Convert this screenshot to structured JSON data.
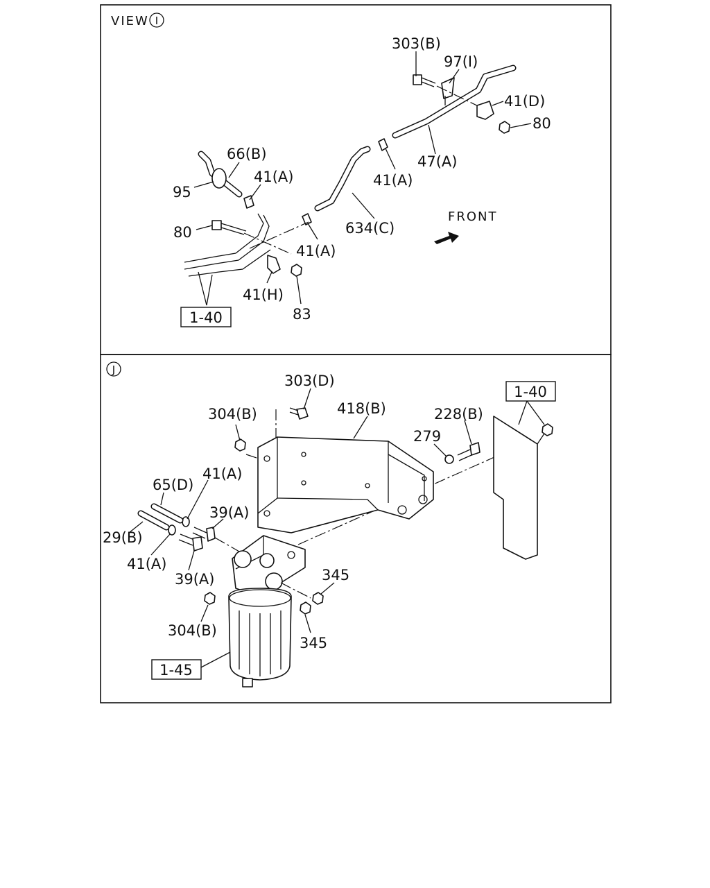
{
  "view_i": {
    "title": "VIEW",
    "marker": "I",
    "front_label": "FRONT",
    "labels": {
      "l303b": "303(B)",
      "l97i": "97(I)",
      "l41d": "41(D)",
      "l80a": "80",
      "l47a": "47(A)",
      "l41a1": "41(A)",
      "l66b": "66(B)",
      "l41a2": "41(A)",
      "l95": "95",
      "l80b": "80",
      "l634c": "634(C)",
      "l41a3": "41(A)",
      "l41h": "41(H)",
      "l83": "83",
      "ref140": "1-40"
    }
  },
  "view_j": {
    "marker": "J",
    "labels": {
      "l303d": "303(D)",
      "l418b": "418(B)",
      "ref140": "1-40",
      "l304b1": "304(B)",
      "l228b": "228(B)",
      "l279": "279",
      "l41a1": "41(A)",
      "l65d": "65(D)",
      "l39a1": "39(A)",
      "l29b": "29(B)",
      "l41a2": "41(A)",
      "l39a2": "39(A)",
      "l345a": "345",
      "l304b2": "304(B)",
      "l345b": "345",
      "ref145": "1-45"
    }
  }
}
